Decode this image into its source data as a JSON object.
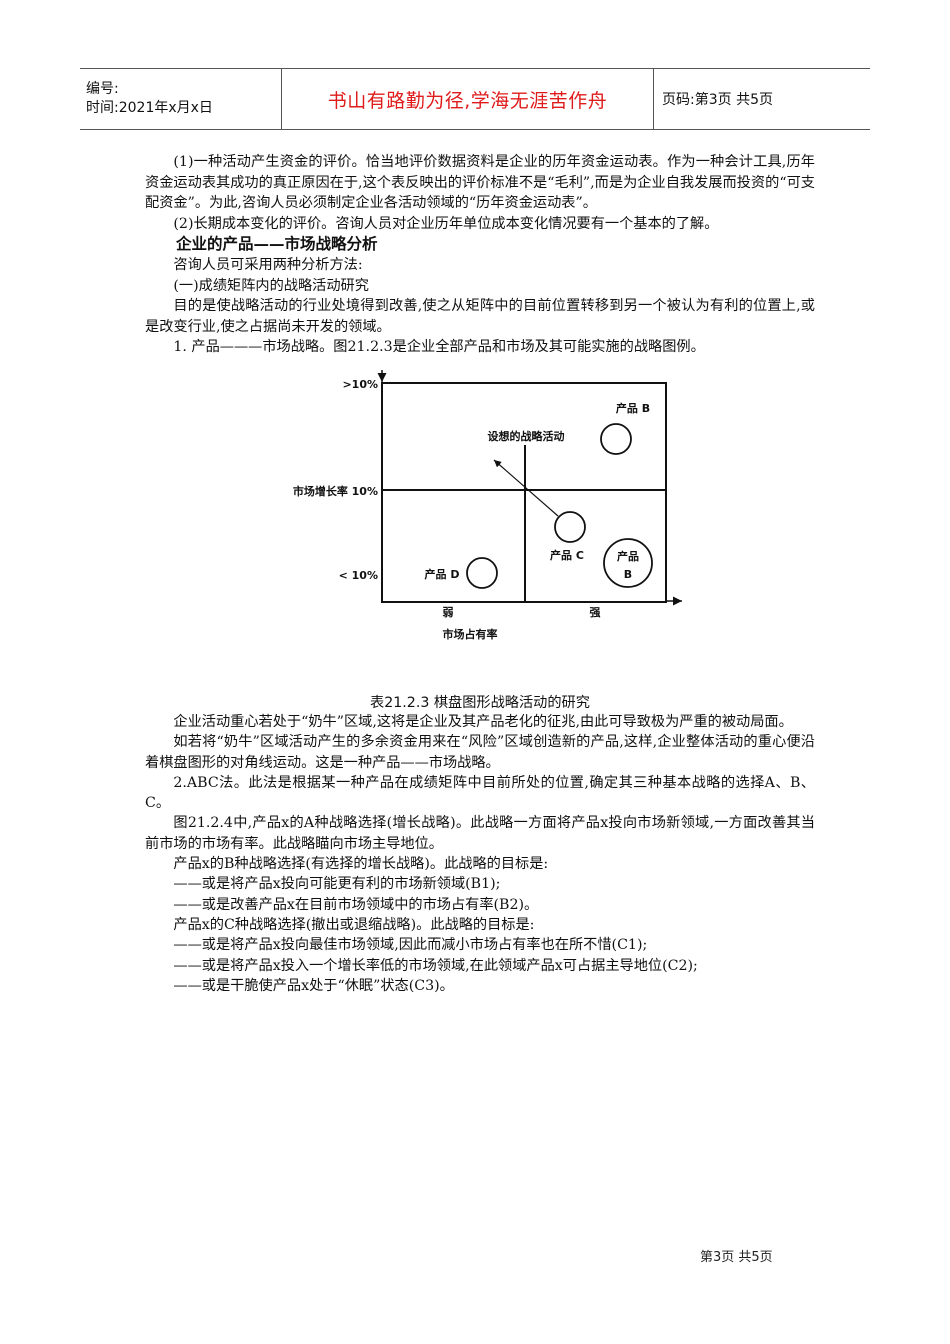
{
  "header": {
    "number_label": "编号:",
    "date_label": "时间:2021年x月x日",
    "motto": "书山有路勤为径,学海无涯苦作舟",
    "page_label": "页码:第3页 共5页"
  },
  "section1": {
    "paragraphs": [
      "(1)一种活动产生资金的评价。恰当地评价数据资料是企业的历年资金运动表。作为一种会计工具,历年资金运动表其成功的真正原因在于,这个表反映出的评价标准不是“毛利”,而是为企业自我发展而投资的“可支配资金”。为此,咨询人员必须制定企业各活动领域的“历年资金运动表”。",
      "(2)长期成本变化的评价。咨询人员对企业历年单位成本变化情况要有一个基本的了解。"
    ],
    "heading": "企业的产品——市场战略分析",
    "paragraphs2": [
      "咨询人员可采用两种分析方法:",
      "(一)成绩矩阵内的战略活动研究",
      "目的是使战略活动的行业处境得到改善,使之从矩阵中的目前位置转移到另一个被认为有利的位置上,或是改变行业,使之占据尚未开发的领域。",
      "1. 产品———市场战略。图21.2.3是企业全部产品和市场及其可能实施的战略图例。"
    ]
  },
  "chart_data": {
    "type": "scatter",
    "title": "棋盘图形战略活动的研究",
    "xlabel": "市场占有率",
    "ylabel": "市场增长率 10%",
    "x_ticks": [
      "弱",
      "强"
    ],
    "y_ticks": [
      ">10%",
      "市场增长率 10%",
      "<10%"
    ],
    "annotation": "设想的战略活动",
    "points": [
      {
        "label": "产品 B",
        "quadrant": "high-growth / strong-share",
        "x": 0.85,
        "y": 0.73
      },
      {
        "label": "产品 C",
        "quadrant": "low-growth / strong-share",
        "x": 0.66,
        "y": 0.33
      },
      {
        "label": "产品 B",
        "quadrant": "low-growth / strong-share (large)",
        "x": 0.87,
        "y": 0.17
      },
      {
        "label": "产品 D",
        "quadrant": "low-growth / weak-share",
        "x": 0.35,
        "y": 0.12
      }
    ],
    "arrow": {
      "from": "产品 C",
      "direction": "up-left toward high-growth / weak-share"
    },
    "grid": "2x2 quadrants"
  },
  "figure": {
    "y_top": ">10%",
    "y_mid": "市场增长率 10%",
    "y_low": "< 10%",
    "x_left": "弱",
    "x_right": "强",
    "x_title": "市场占有率",
    "annotation": "设想的战略活动",
    "prod_b_top": "产品 B",
    "prod_c": "产品 C",
    "prod_b_bottom_1": "产品",
    "prod_b_bottom_2": "B",
    "prod_d": "产品 D",
    "caption": "表21.2.3  棋盘图形战略活动的研究"
  },
  "section2": {
    "paragraphs": [
      "企业活动重心若处于“奶牛”区域,这将是企业及其产品老化的征兆,由此可导致极为严重的被动局面。",
      "如若将“奶牛”区域活动产生的多余资金用来在“风险”区域创造新的产品,这样,企业整体活动的重心便沿着棋盘图形的对角线运动。这是一种产品——市场战略。",
      "2.ABC法。此法是根据某一种产品在成绩矩阵中目前所处的位置,确定其三种基本战略的选择A、B、C。",
      "图21.2.4中,产品x的A种战略选择(增长战略)。此战略一方面将产品x投向市场新领域,一方面改善其当前市场的市场有率。此战略瞄向市场主导地位。",
      "产品x的B种战略选择(有选择的增长战略)。此战略的目标是:",
      "——或是将产品x投向可能更有利的市场新领域(B1);",
      "——或是改善产品x在目前市场领域中的市场占有率(B2)。",
      "产品x的C种战略选择(撤出或退缩战略)。此战略的目标是:",
      "——或是将产品x投向最佳市场领域,因此而减小市场占有率也在所不惜(C1);",
      "——或是将产品x投入一个增长率低的市场领域,在此领域产品x可占据主导地位(C2);",
      "——或是干脆使产品x处于“休眠”状态(C3)。"
    ]
  },
  "footer": {
    "page": "第3页 共5页"
  }
}
